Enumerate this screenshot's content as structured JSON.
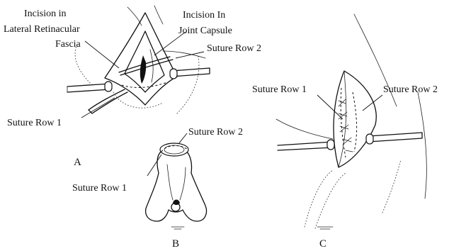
{
  "panels": {
    "a": {
      "letter": "A",
      "incision_lateral_1": "Incision in",
      "incision_lateral_2": "Lateral Retinacular",
      "incision_lateral_3": "Fascia",
      "incision_capsule_1": "Incision In",
      "incision_capsule_2": "Joint Capsule",
      "suture_row_2": "Suture Row 2",
      "suture_row_1": "Suture Row 1"
    },
    "b": {
      "letter": "B",
      "suture_row_2": "Suture Row 2",
      "suture_row_1": "Suture Row 1"
    },
    "c": {
      "letter": "C",
      "suture_row_1": "Suture Row 1",
      "suture_row_2": "Suture Row 2"
    }
  }
}
